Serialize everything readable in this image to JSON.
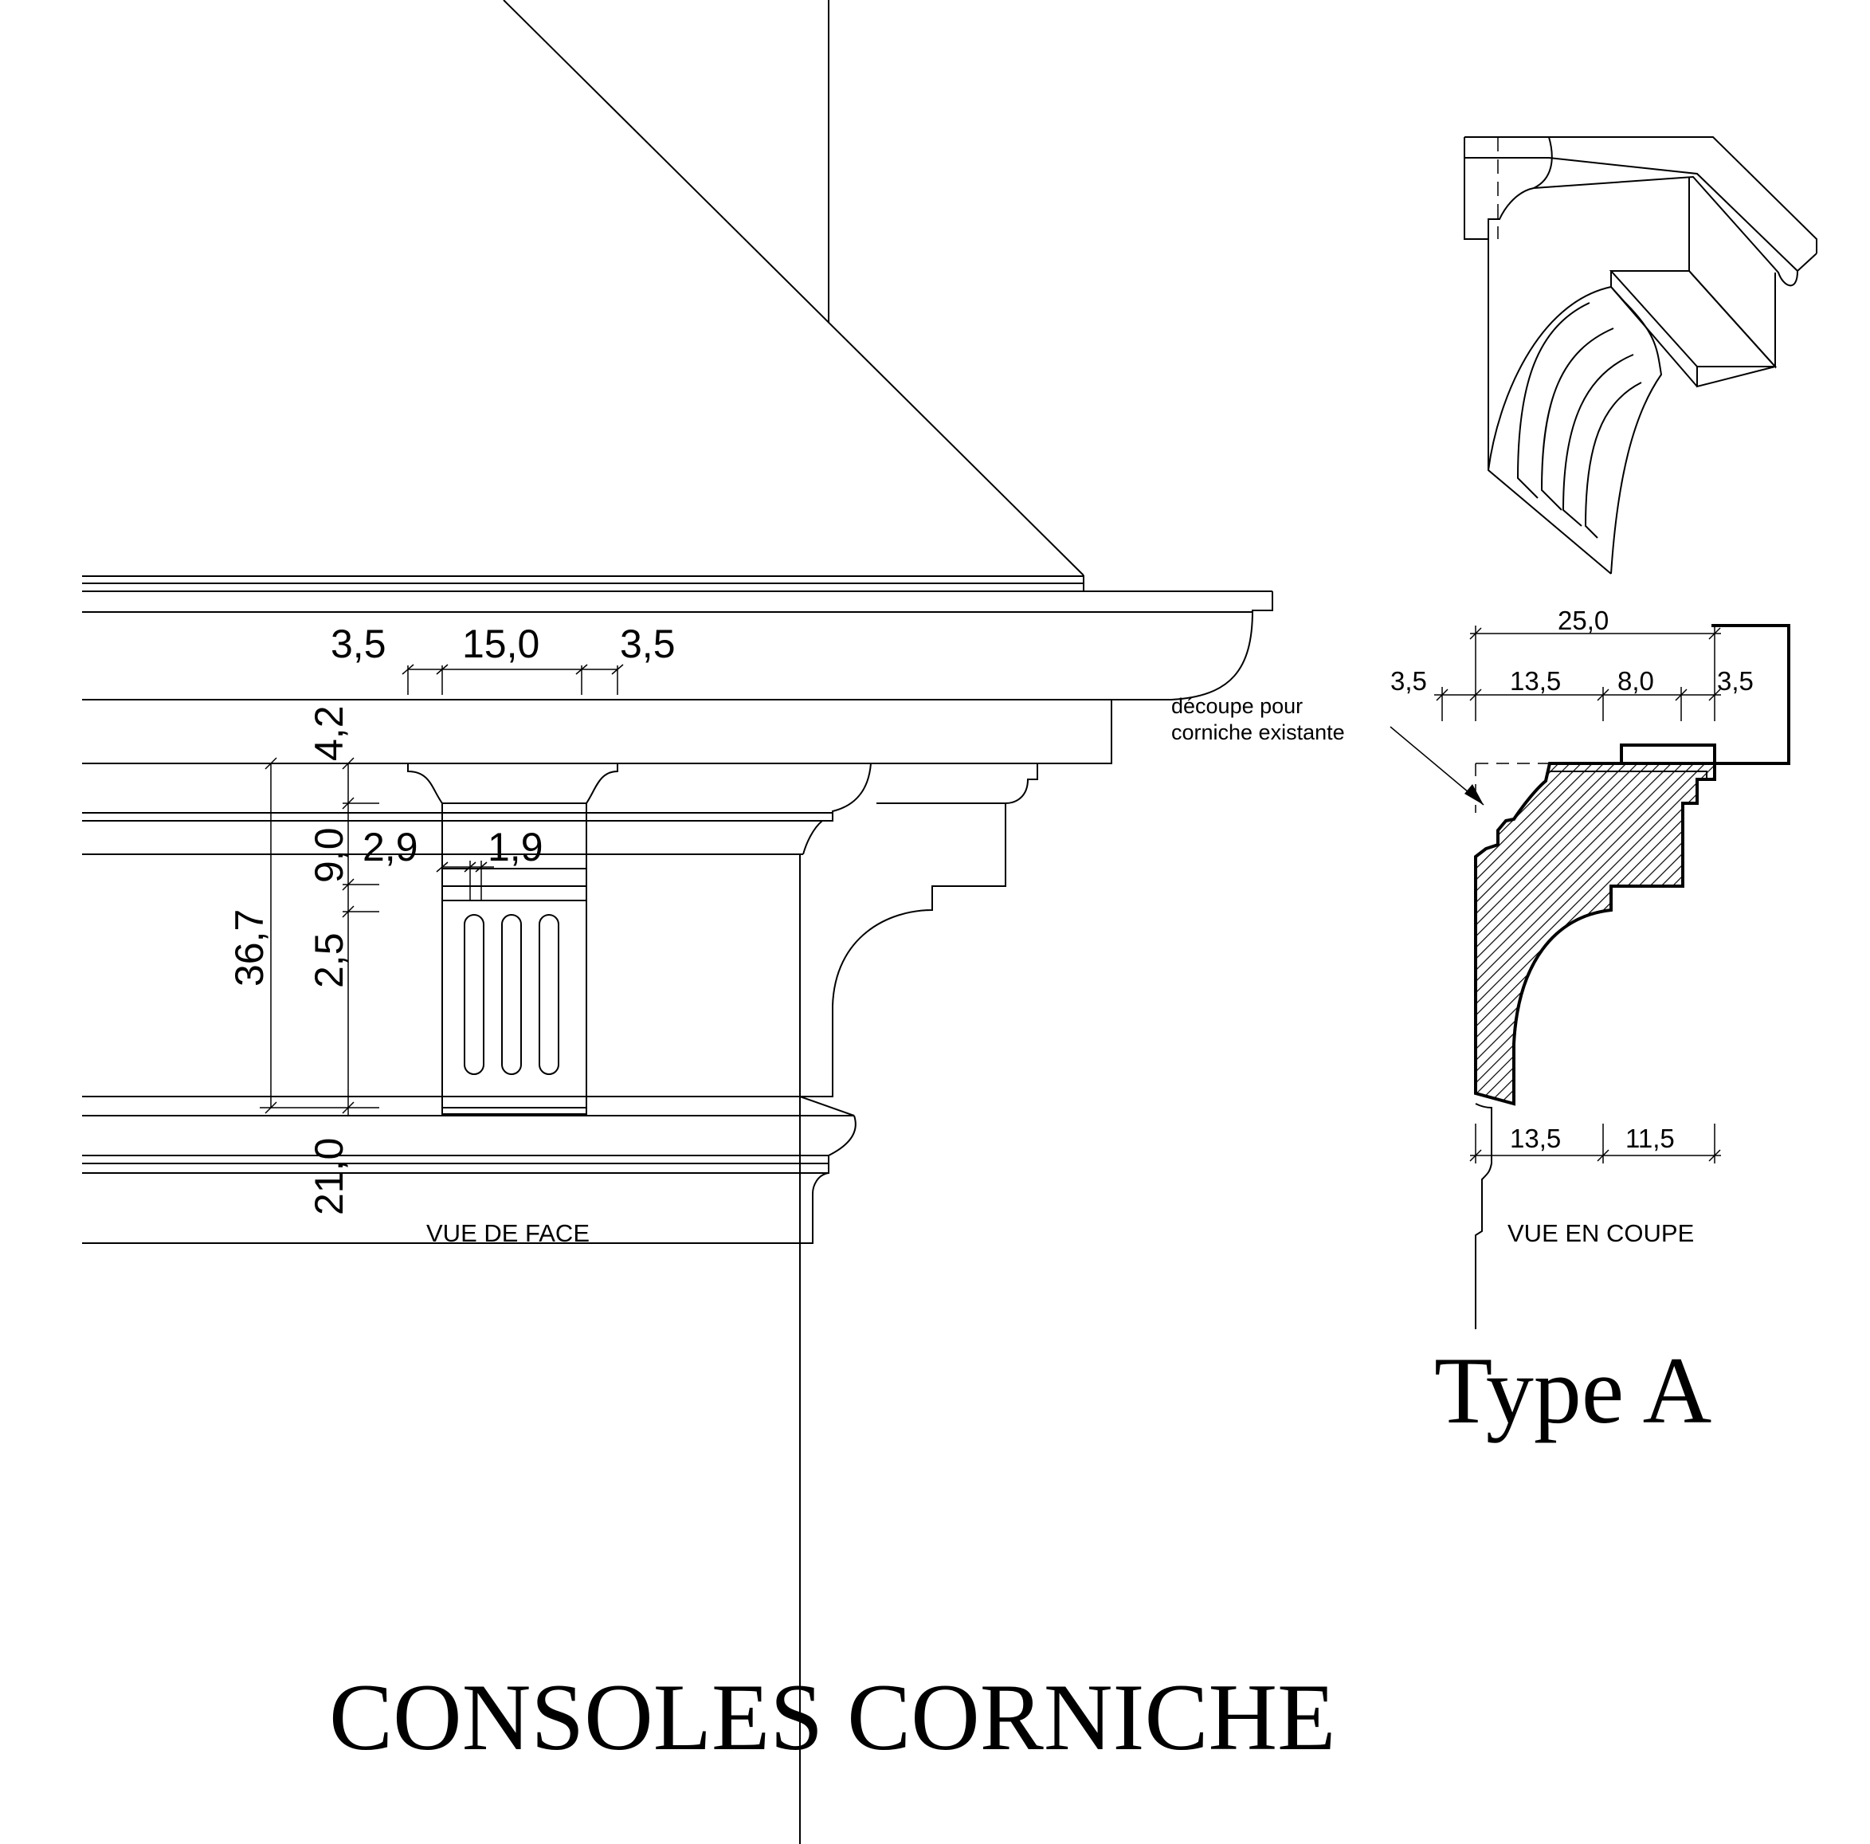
{
  "title": "CONSOLES CORNICHE",
  "type_label": "Type A",
  "front_view": {
    "caption": "VUE DE FACE",
    "dims_top": [
      "3,5",
      "15,0",
      "3,5"
    ],
    "dims_vertical": [
      "4,2",
      "9,0",
      "2,5",
      "21,0"
    ],
    "dim_total": "36,7",
    "dims_flute": [
      "2,9",
      "1,9"
    ]
  },
  "section_view": {
    "caption": "VUE EN COUPE",
    "dim_total_top": "25,0",
    "dims_top": [
      "3,5",
      "13,5",
      "8,0",
      "3,5"
    ],
    "dims_bottom": [
      "13,5",
      "11,5"
    ],
    "note_line1": "découpe pour",
    "note_line2": "corniche existante"
  }
}
